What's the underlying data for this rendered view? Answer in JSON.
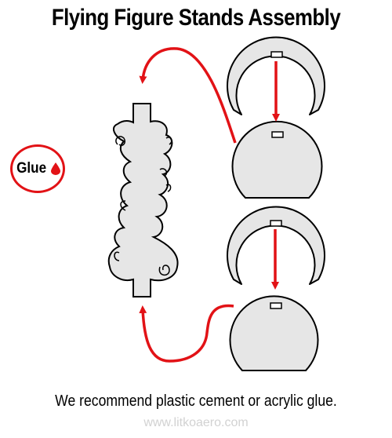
{
  "title": "Flying Figure Stands Assembly",
  "glue_label": "Glue",
  "recommendation": "We recommend plastic cement or acrylic glue.",
  "website": "www.litkoaero.com",
  "colors": {
    "accent_red": "#e21216",
    "part_fill": "#e6e6e6",
    "outline": "#000000",
    "watermark": "#d2d2d2"
  },
  "icons": {
    "glue_drop": "red-drop-icon"
  }
}
